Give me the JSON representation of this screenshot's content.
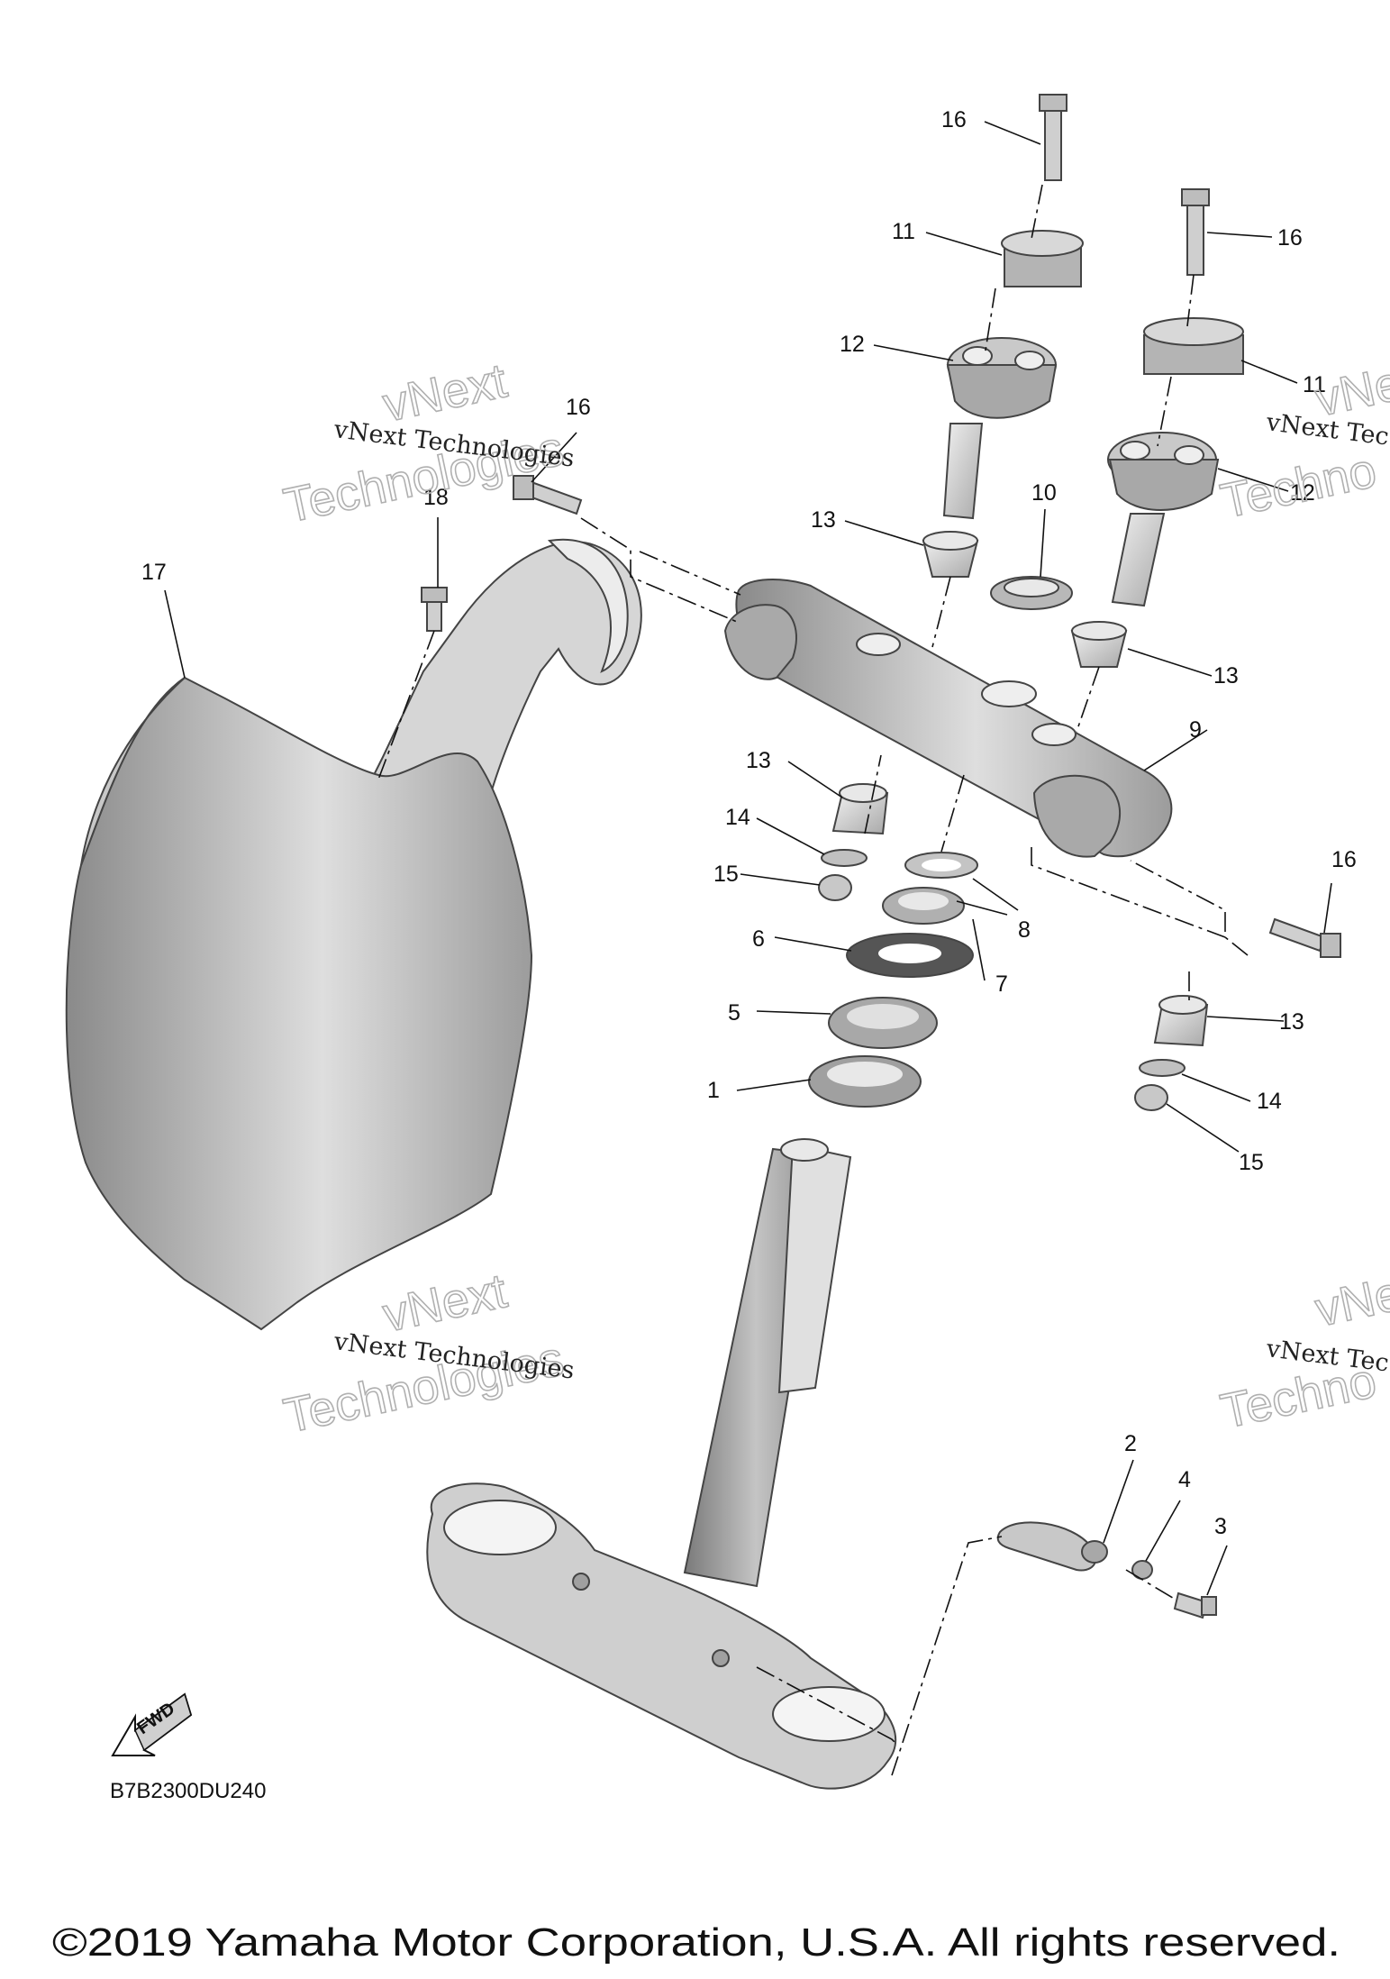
{
  "diagram_code": "B7B2300DU240",
  "copyright": "©2019 Yamaha Motor Corporation, U.S.A. All rights reserved.",
  "fwd_label": "FWD",
  "watermark": {
    "line1": "vNext Technologies",
    "line2": "vNext",
    "line3": "Technologies",
    "line1_clipped": "vNext Tec",
    "line2_clipped": "vNe",
    "line3_clipped": "Techno"
  },
  "callouts": {
    "c1": "1",
    "c2": "2",
    "c3": "3",
    "c4": "4",
    "c5": "5",
    "c6": "6",
    "c7": "7",
    "c8": "8",
    "c9": "9",
    "c10": "10",
    "c11a": "11",
    "c11b": "11",
    "c12a": "12",
    "c12b": "12",
    "c13a": "13",
    "c13b": "13",
    "c13c": "13",
    "c13d": "13",
    "c14a": "14",
    "c14b": "14",
    "c15a": "15",
    "c15b": "15",
    "c16a": "16",
    "c16b": "16",
    "c16c": "16",
    "c16d": "16",
    "c17": "17",
    "c18": "18"
  },
  "colors": {
    "part_fill": "#d2d2d2",
    "part_shade": "#9a9a9a",
    "line": "#111111"
  }
}
